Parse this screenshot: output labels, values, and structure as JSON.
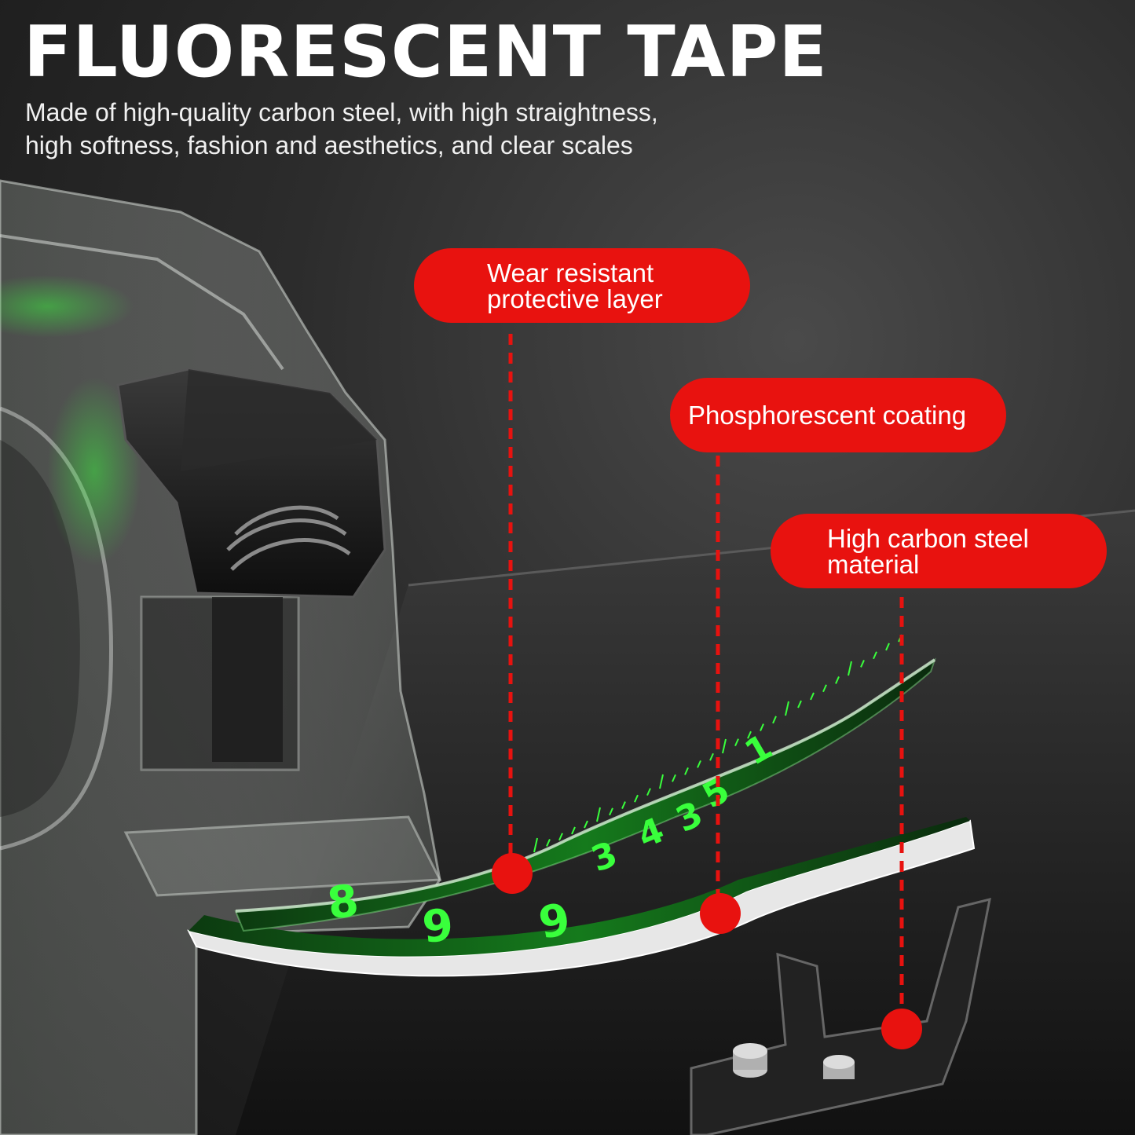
{
  "header": {
    "title": "FLUORESCENT TAPE",
    "subtitle_lines": [
      "Made of high-quality carbon steel, with high straightness,",
      "high softness, fashion and aesthetics, and clear scales"
    ]
  },
  "callouts": [
    {
      "lines": [
        "Wear resistant",
        "protective layer"
      ]
    },
    {
      "lines": [
        "Phosphorescent coating"
      ]
    },
    {
      "lines": [
        "High carbon steel",
        "material"
      ]
    }
  ],
  "tape_scale": {
    "upper_layer_digits": [
      "3",
      "4",
      "3",
      "5",
      "1"
    ],
    "lower_layer_digits": [
      "8",
      "9",
      "9"
    ]
  },
  "colors": {
    "callout_red": "#e8120f",
    "fluorescent_green": "#39ff3c",
    "dark_surface": "#1c1c1c",
    "text_white": "#ffffff"
  }
}
